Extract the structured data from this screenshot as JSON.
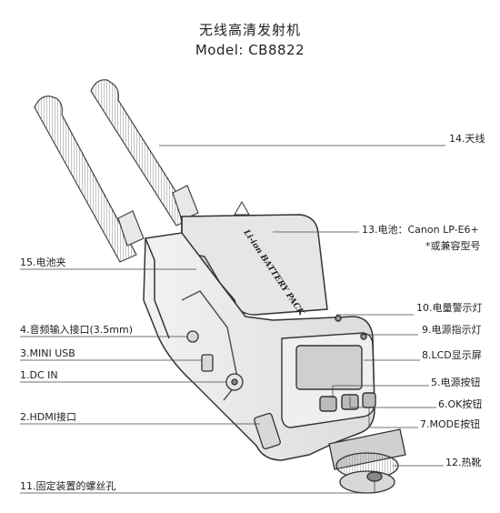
{
  "title": "无线高清发射机",
  "model": "Model: CB8822",
  "battery_print": "Li-ion BATTERY PACK",
  "labels": {
    "antenna": "14.天线",
    "battery": "13.电池：Canon LP-E6+",
    "battery_compatible": "*或兼容型号",
    "battery_clip": "15.电池夹",
    "power_warning_light": "10.电量警示灯",
    "audio_input": "4.音频输入接口(3.5mm)",
    "power_indicator": "9.电源指示灯",
    "mini_usb": "3.MINI USB",
    "lcd": "8.LCD显示屏",
    "dc_in": "1.DC IN",
    "power_button": "5.电源按钮",
    "ok_button": "6.OK按钮",
    "hdmi": "2.HDMI接口",
    "mode_button": "7.MODE按钮",
    "hot_shoe": "12.热靴",
    "mount_screw_hole": "11.固定装置的螺丝孔"
  }
}
